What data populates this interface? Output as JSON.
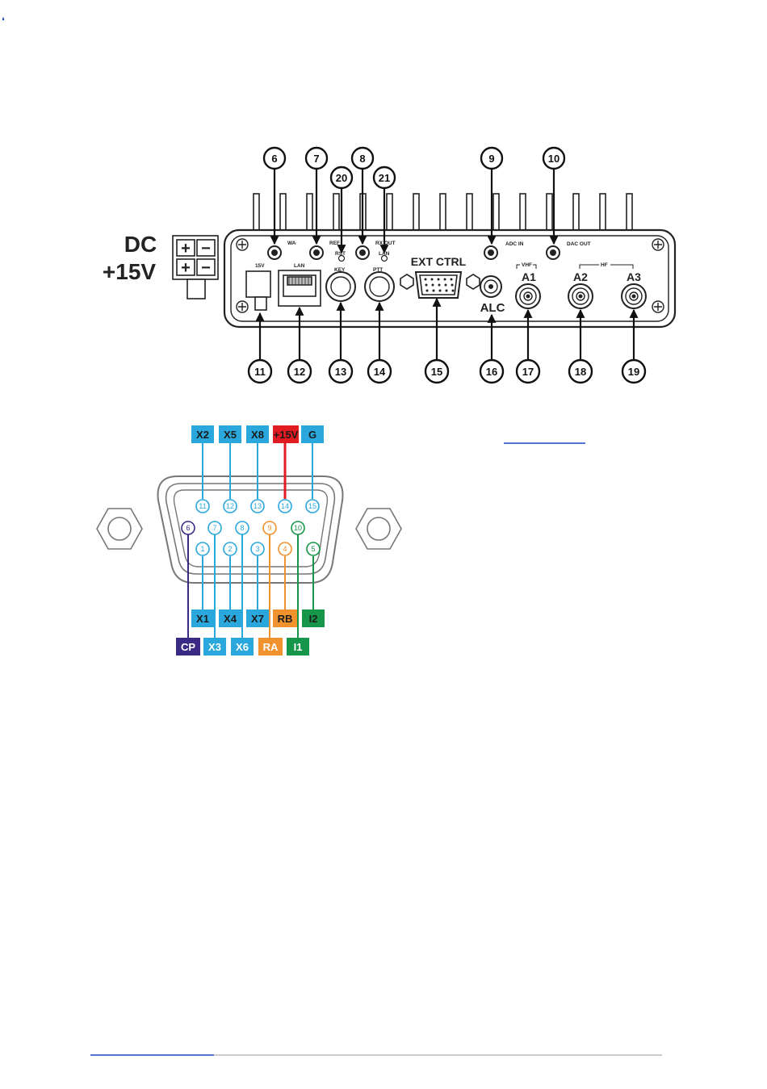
{
  "rear_panel": {
    "dc_label_line1": "DC",
    "dc_label_line2": "+15V",
    "dc_plug_signs": [
      "+",
      "−",
      "+",
      "−"
    ],
    "callouts_top": [
      "6",
      "7",
      "20",
      "8",
      "21",
      "9",
      "10"
    ],
    "callouts_bottom": [
      "11",
      "12",
      "13",
      "14",
      "15",
      "16",
      "17",
      "18",
      "19"
    ],
    "port_labels": {
      "wa": "WA",
      "ref": "REF",
      "rst": "RST",
      "rx_out": "RX OUT",
      "lan_led": "LAN",
      "adc_in": "ADC IN",
      "dac_out": "DAC OUT",
      "v15": "15V",
      "lan": "LAN",
      "key": "KEY",
      "ptt": "PTT",
      "ext_ctrl": "EXT CTRL",
      "alc": "ALC",
      "vhf": "VHF",
      "hf": "HF",
      "a1": "A1",
      "a2": "A2",
      "a3": "A3"
    }
  },
  "ext_ctrl_pinout": {
    "top_labels": [
      "X2",
      "X5",
      "X8",
      "+15V",
      "G"
    ],
    "row_top_pins": [
      "11",
      "12",
      "13",
      "14",
      "15"
    ],
    "row_mid_pins": [
      "6",
      "7",
      "8",
      "9",
      "10"
    ],
    "row_bot_pins": [
      "1",
      "2",
      "3",
      "4",
      "5"
    ],
    "bottom_labels_row1": [
      "X1",
      "X4",
      "X7",
      "RB",
      "I2"
    ],
    "bottom_labels_row2": [
      "CP",
      "X3",
      "X6",
      "RA",
      "I1"
    ]
  },
  "colors": {
    "cyan": "#2aa7dc",
    "red": "#e11b22",
    "purple": "#3b2a85",
    "orange": "#f0922d",
    "green": "#16964a",
    "link": "#1a4cc4"
  }
}
